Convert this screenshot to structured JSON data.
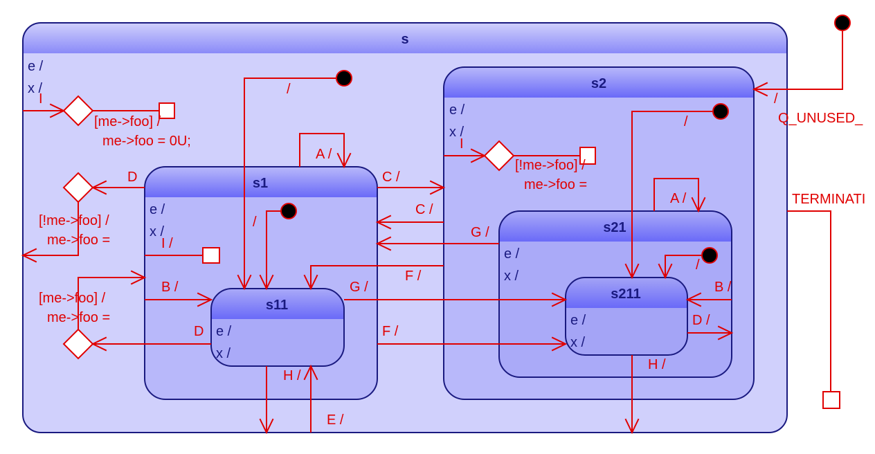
{
  "colors": {
    "state_border": "#1a1a80",
    "transition": "#e00000",
    "s_fill": "#d0d0fc",
    "s2_fill": "#b8b8fa",
    "s21_fill": "#aaaaf8",
    "s211_fill": "#a4a4f6",
    "header_dark": "#6a6af8"
  },
  "states": {
    "s": {
      "name": "s",
      "entry": "e /",
      "exit": "x /"
    },
    "s1": {
      "name": "s1",
      "entry": "e /",
      "exit": "x /"
    },
    "s11": {
      "name": "s11",
      "entry": "e /",
      "exit": "x /"
    },
    "s2": {
      "name": "s2",
      "entry": "e /",
      "exit": "x /"
    },
    "s21": {
      "name": "s21",
      "entry": "e /",
      "exit": "x /"
    },
    "s211": {
      "name": "s211",
      "entry": "e /",
      "exit": "x /"
    }
  },
  "labels": {
    "top_init": "/",
    "q_unused": "Q_UNUSED_",
    "terminate": "TERMINATI",
    "s_I": "I",
    "s_I_guard": "[me->foo] /",
    "s_I_action": "me->foo = 0U;",
    "s_init": "/",
    "s1_A": "A /",
    "C_s1_s2": "C /",
    "C_s2_s1": "C /",
    "G_s21_s1": "G /",
    "F_s2_s11": "F /",
    "G_s11_s211": "G /",
    "F_s1_s211": "F /",
    "D_s1": "D",
    "D_guard": "[!me->foo] /",
    "D_action": "me->foo =",
    "s1_I": "I /",
    "D_s11": "D",
    "D2_guard": "[me->foo] /",
    "D2_action": "me->foo =",
    "B_s1_s11": "B /",
    "s1_init": "/",
    "H_s11": "H /",
    "E": "E /",
    "s2_init": "/",
    "s2_I": "I",
    "s2_I_guard": "[!me->foo] /",
    "s2_I_action": "me->foo =",
    "s21_A": "A /",
    "s21_init": "/",
    "B_s21_s211": "B /",
    "D_s211": "D /",
    "H_s211": "H /"
  }
}
